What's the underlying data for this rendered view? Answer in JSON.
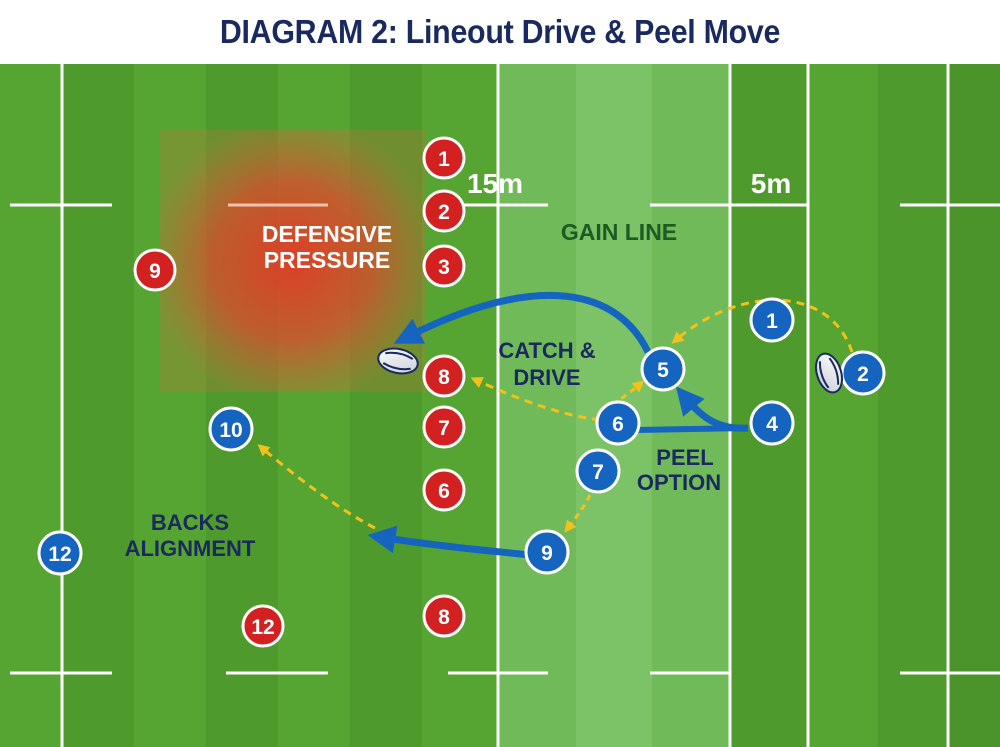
{
  "title": "DIAGRAM 2: Lineout Drive & Peel Move",
  "colors": {
    "attack": "#1565c0",
    "defence": "#d32020",
    "pass_arrow": "#f2c21a",
    "label_navy": "#1a2a5e",
    "label_green": "#1d5a24",
    "pressure": "#e0402a"
  },
  "field_labels": {
    "fifteen_m": "15m",
    "five_m": "5m",
    "gain_line": "GAIN LINE",
    "defensive_pressure_1": "DEFENSIVE",
    "defensive_pressure_2": "PRESSURE",
    "catch_drive_1": "CATCH &",
    "catch_drive_2": "DRIVE",
    "peel_option_1": "PEEL",
    "peel_option_2": "OPTION",
    "backs_alignment_1": "BACKS",
    "backs_alignment_2": "ALIGNMENT"
  },
  "defence": [
    {
      "number": "1"
    },
    {
      "number": "2"
    },
    {
      "number": "3"
    },
    {
      "number": "9"
    },
    {
      "number": "8"
    },
    {
      "number": "7"
    },
    {
      "number": "6"
    },
    {
      "number": "12"
    },
    {
      "number": "8"
    }
  ],
  "attack": [
    {
      "number": "1"
    },
    {
      "number": "2"
    },
    {
      "number": "5"
    },
    {
      "number": "4"
    },
    {
      "number": "6"
    },
    {
      "number": "7"
    },
    {
      "number": "9"
    },
    {
      "number": "10"
    },
    {
      "number": "12"
    }
  ],
  "ball_icon": "rugby-ball-icon"
}
